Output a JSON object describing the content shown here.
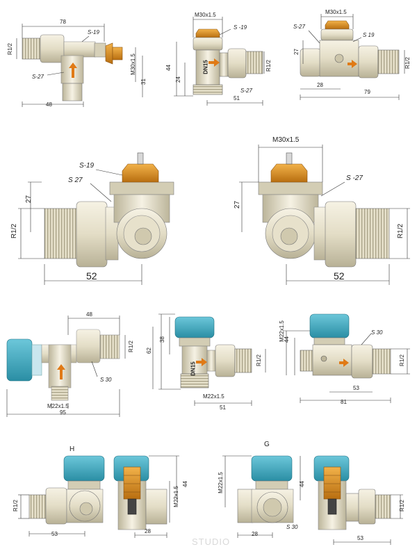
{
  "colors": {
    "brass": "#e8e2cf",
    "brass_dark": "#a59f86",
    "nut": "#d8d3bd",
    "cap_orange": "#d98b1a",
    "cap_teal": "#37a6bd",
    "arrow": "#e07a16",
    "line": "#333333"
  },
  "fig1": {
    "w": "78",
    "s1": "S-19",
    "s2": "S-27",
    "r": "R1/2",
    "m": "M30x1.5",
    "h": "31",
    "b": "48"
  },
  "fig2": {
    "m": "M30x1.5",
    "s1": "S -19",
    "dn": "DN15",
    "h1": "44",
    "h2": "24",
    "r": "R1/2",
    "s2": "S-27",
    "b": "51"
  },
  "fig3": {
    "m": "M30x1.5",
    "s1": "S-27",
    "s2": "S 19",
    "h": "27",
    "r": "R1/2",
    "b1": "28",
    "b2": "79"
  },
  "fig4": {
    "s1": "S-19",
    "s2": "S 27",
    "h": "27",
    "r": "R1/2",
    "b": "52"
  },
  "fig5": {
    "m": "M30x1.5",
    "s": "S -27",
    "h": "27",
    "r": "R1/2",
    "b": "52"
  },
  "fig6": {
    "w": "48",
    "r": "R1/2",
    "s": "S 30",
    "m": "M22x1.5",
    "b": "95"
  },
  "fig7": {
    "h1": "38",
    "h2": "62",
    "dn": "DN15",
    "r": "R1/2",
    "m": "M22x1.5",
    "b": "51"
  },
  "fig8": {
    "m": "M22x1.5",
    "h": "44",
    "s": "S 30",
    "r": "R1/2",
    "b1": "53",
    "b2": "81"
  },
  "fig9": {
    "letter": "H",
    "r": "R1/2",
    "m": "M22x1.5",
    "h": "44",
    "b1": "53",
    "b2": "28"
  },
  "fig10": {
    "letter": "G",
    "m": "M22x1.5",
    "h": "44",
    "r": "R1/2",
    "s": "S 30",
    "b1": "28",
    "b2": "53"
  },
  "watermark": "STUDIO"
}
